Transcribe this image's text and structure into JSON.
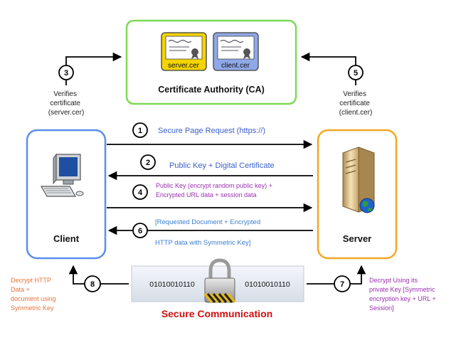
{
  "ca": {
    "title": "Certificate Authority (CA)",
    "server_cert": "server.cer",
    "client_cert": "client.cer"
  },
  "client": {
    "label": "Client"
  },
  "server": {
    "label": "Server"
  },
  "steps": {
    "s1": {
      "num": "1",
      "text": "Secure Page Request (https://)"
    },
    "s2": {
      "num": "2",
      "text": "Public Key + Digital Certificate"
    },
    "s3": {
      "num": "3",
      "lines": [
        "Verifies",
        "certificate",
        "(server.cer)"
      ]
    },
    "s4": {
      "num": "4",
      "lines": [
        "Public Key (encrypt random public key) +",
        "Encrypted URL data + session data"
      ]
    },
    "s5": {
      "num": "5",
      "lines": [
        "Verifies",
        "certificate",
        "(client.cer)"
      ]
    },
    "s6": {
      "num": "6",
      "lines": [
        "[Requested Document + Encrypted",
        "HTTP data with Symmetric Key]"
      ]
    },
    "s7": {
      "num": "7",
      "lines": [
        "Decrypt Using its",
        "private Key [Symmetric",
        "encryption key + URL +",
        "Session]"
      ]
    },
    "s8": {
      "num": "8",
      "lines": [
        "Decrypt HTTP",
        "Data +",
        "document using",
        "Symmetric Key"
      ]
    }
  },
  "secure": {
    "binary_left": "01010010110",
    "binary_right": "01010010110",
    "label": "Secure Communication"
  },
  "colors": {
    "ca_border": "#7ed957",
    "client_border": "#5b8def",
    "server_border": "#f5a623",
    "step_blue": "#3a5fcd",
    "step_purple": "#9b2fae",
    "step_orange": "#e8743b",
    "secure_red": "#d01010"
  }
}
